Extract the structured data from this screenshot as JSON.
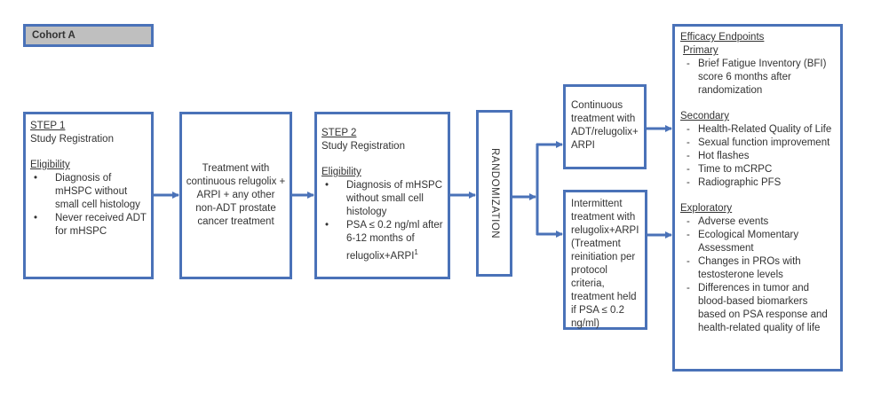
{
  "cohort_label": "Cohort A",
  "step1": {
    "title": "STEP 1",
    "subtitle": "Study Registration",
    "eligibility_label": "Eligibility",
    "items": [
      "Diagnosis of mHSPC without small cell histology",
      "Never received ADT for mHSPC"
    ]
  },
  "treatment": {
    "text": "Treatment with continuous relugolix + ARPI + any other non-ADT prostate cancer treatment"
  },
  "step2": {
    "title": "STEP 2",
    "subtitle": "Study Registration",
    "eligibility_label": "Eligibility",
    "items": [
      "Diagnosis of mHSPC without small cell histology",
      "PSA ≤ 0.2 ng/ml after 6-12 months of relugolix+ARPI"
    ],
    "footnote_mark": "1"
  },
  "randomization": {
    "text": "RANDOMIZATION"
  },
  "continuous": {
    "text": "Continuous treatment with ADT/relugolix+ ARPI"
  },
  "intermittent": {
    "text": "Intermittent treatment with relugolix+ARPI (Treatment reinitiation per protocol criteria, treatment held if PSA ≤ 0.2 ng/ml)"
  },
  "endpoints": {
    "title": "Efficacy Endpoints",
    "primary_label": "Primary",
    "primary": [
      "Brief Fatigue Inventory (BFI) score 6 months after randomization"
    ],
    "secondary_label": "Secondary",
    "secondary": [
      "Health-Related Quality of Life",
      "Sexual function improvement",
      "Hot flashes",
      "Time to mCRPC",
      "Radiographic PFS"
    ],
    "exploratory_label": "Exploratory",
    "exploratory": [
      "Adverse events",
      "Ecological Momentary Assessment",
      "Changes in PROs with testosterone levels",
      "Differences in tumor and blood-based biomarkers based on PSA response and health-related quality of life"
    ]
  },
  "colors": {
    "border": "#4a72b8",
    "cohort_fill": "#bfbfbf"
  }
}
